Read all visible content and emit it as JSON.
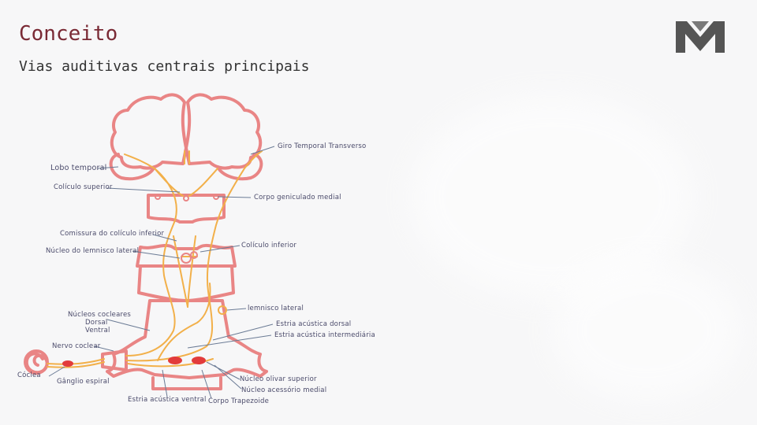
{
  "slide": {
    "title": "Conceito",
    "subtitle": "Vias auditivas centrais principais"
  },
  "colors": {
    "title": "#7a2a35",
    "structure": "#e98585",
    "pathway": "#f2b04a",
    "nucleus": "#e23b3b",
    "label": "#4a4a6a",
    "logo": "#555555"
  },
  "icons": {
    "logo": "m-logo-icon"
  },
  "labels": {
    "giro_temporal": "Giro Temporal Transverso",
    "lobo_temporal": "Lobo temporal",
    "coliculo_superior": "Colículo superior",
    "corpo_geniculado": "Corpo geniculado medial",
    "comissura": "Comissura do colículo inferior",
    "coliculo_inferior": "Colículo inferior",
    "nucleo_lemnisco": "Núcleo do lemnisco lateral",
    "lemnisco_lateral": "lemnisco lateral",
    "nucleos_cocleares": "Núcleos cocleares",
    "dorsal": "Dorsal",
    "ventral": "Ventral",
    "estria_dorsal": "Estria acústica dorsal",
    "estria_intermediaria": "Estria acústica intermediária",
    "nervo_coclear": "Nervo coclear",
    "coclea": "Cóclea",
    "ganglio_espiral": "Gânglio espiral",
    "nucleo_olivar": "Núcleo olivar superior",
    "nucleo_acessorio": "Núcleo acessório medial",
    "estria_ventral": "Estria acústica ventral",
    "corpo_trapezoide": "Corpo Trapezoide"
  }
}
